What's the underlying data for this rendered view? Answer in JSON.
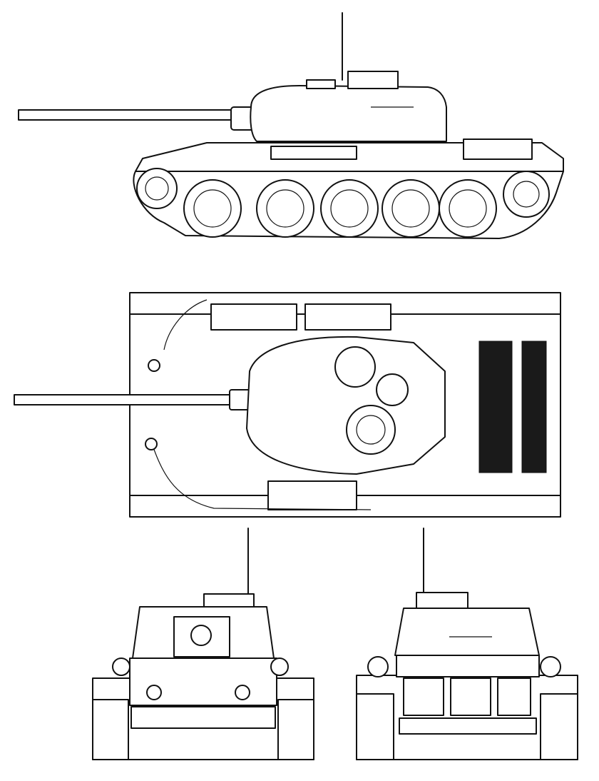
{
  "views": [
    {
      "id": "side",
      "name": "side-view"
    },
    {
      "id": "top",
      "name": "top-view"
    },
    {
      "id": "front",
      "name": "front-view"
    },
    {
      "id": "rear",
      "name": "rear-view"
    }
  ],
  "colors": {
    "line": "#111111",
    "fill": "#ffffff",
    "grille": "#1a1a1a"
  }
}
